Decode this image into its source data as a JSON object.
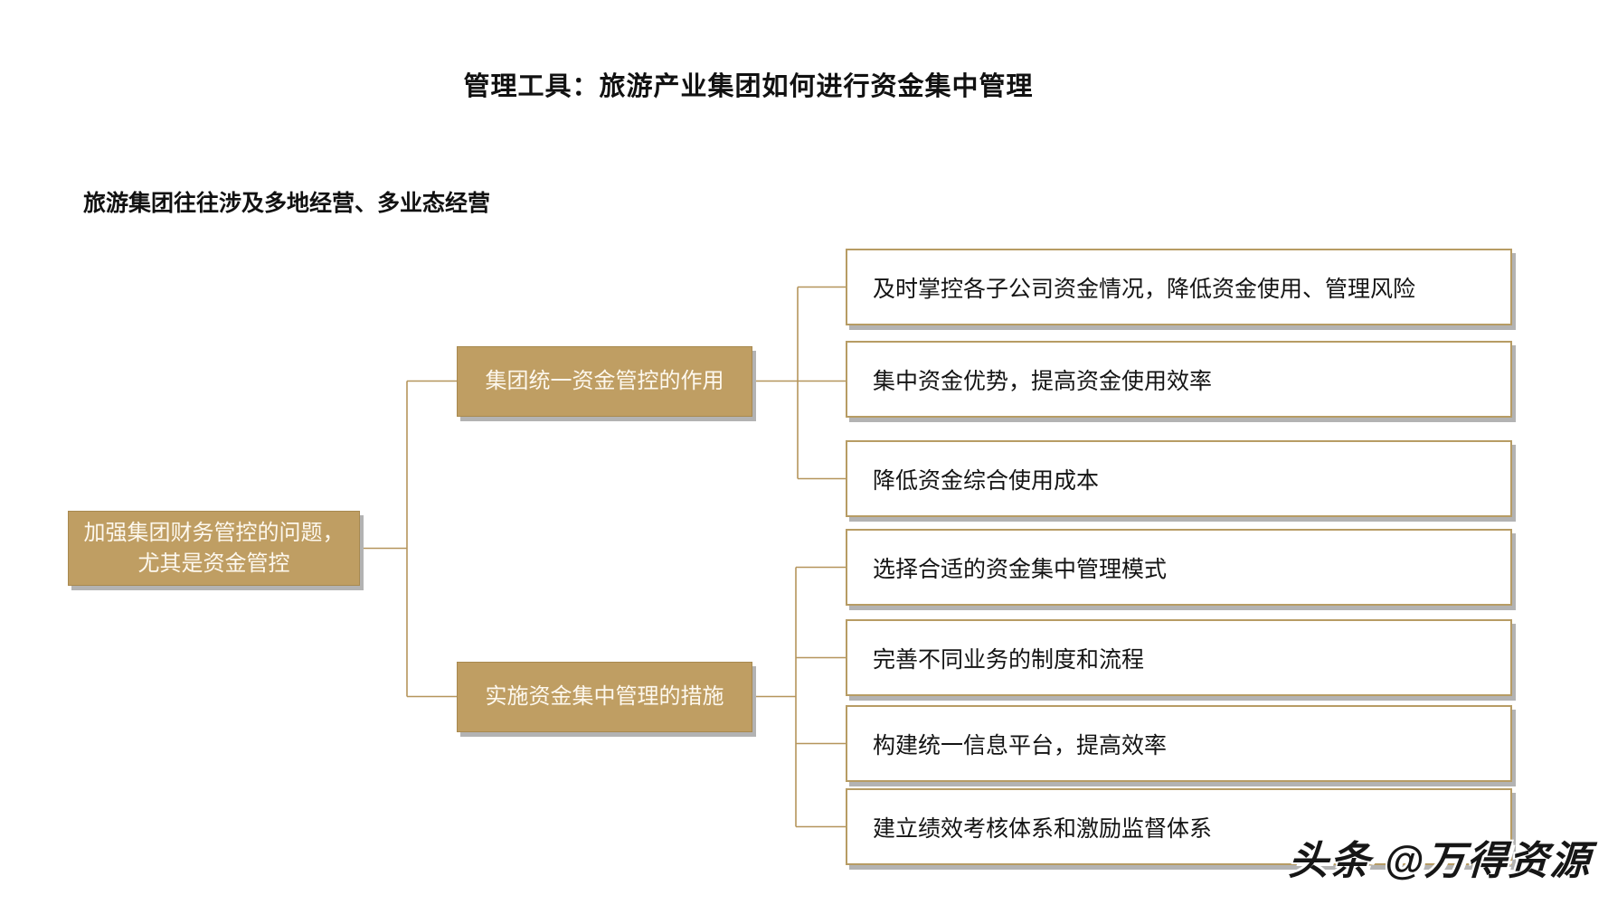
{
  "page": {
    "title": "管理工具：旅游产业集团如何进行资金集中管理",
    "subtitle": "旅游集团往往涉及多地经营、多业态经营",
    "watermark": "头条 @万得资源"
  },
  "colors": {
    "node_fill": "#BF9E63",
    "node_border": "#A8894F",
    "node_text": "#FDF8EE",
    "leaf_border": "#B79C64",
    "leaf_text": "#141414",
    "connector": "#B5955C",
    "shadow": "#B3B3B3",
    "background": "#FFFFFF"
  },
  "diagram": {
    "root": {
      "label": "加强集团财务管控的问题，\n尤其是资金管控"
    },
    "branches": [
      {
        "label": "集团统一资金管控的作用",
        "children": [
          "及时掌控各子公司资金情况，降低资金使用、管理风险",
          "集中资金优势，提高资金使用效率",
          "降低资金综合使用成本"
        ]
      },
      {
        "label": "实施资金集中管理的措施",
        "children": [
          "选择合适的资金集中管理模式",
          "完善不同业务的制度和流程",
          "构建统一信息平台，提高效率",
          "建立绩效考核体系和激励监督体系"
        ]
      }
    ]
  }
}
